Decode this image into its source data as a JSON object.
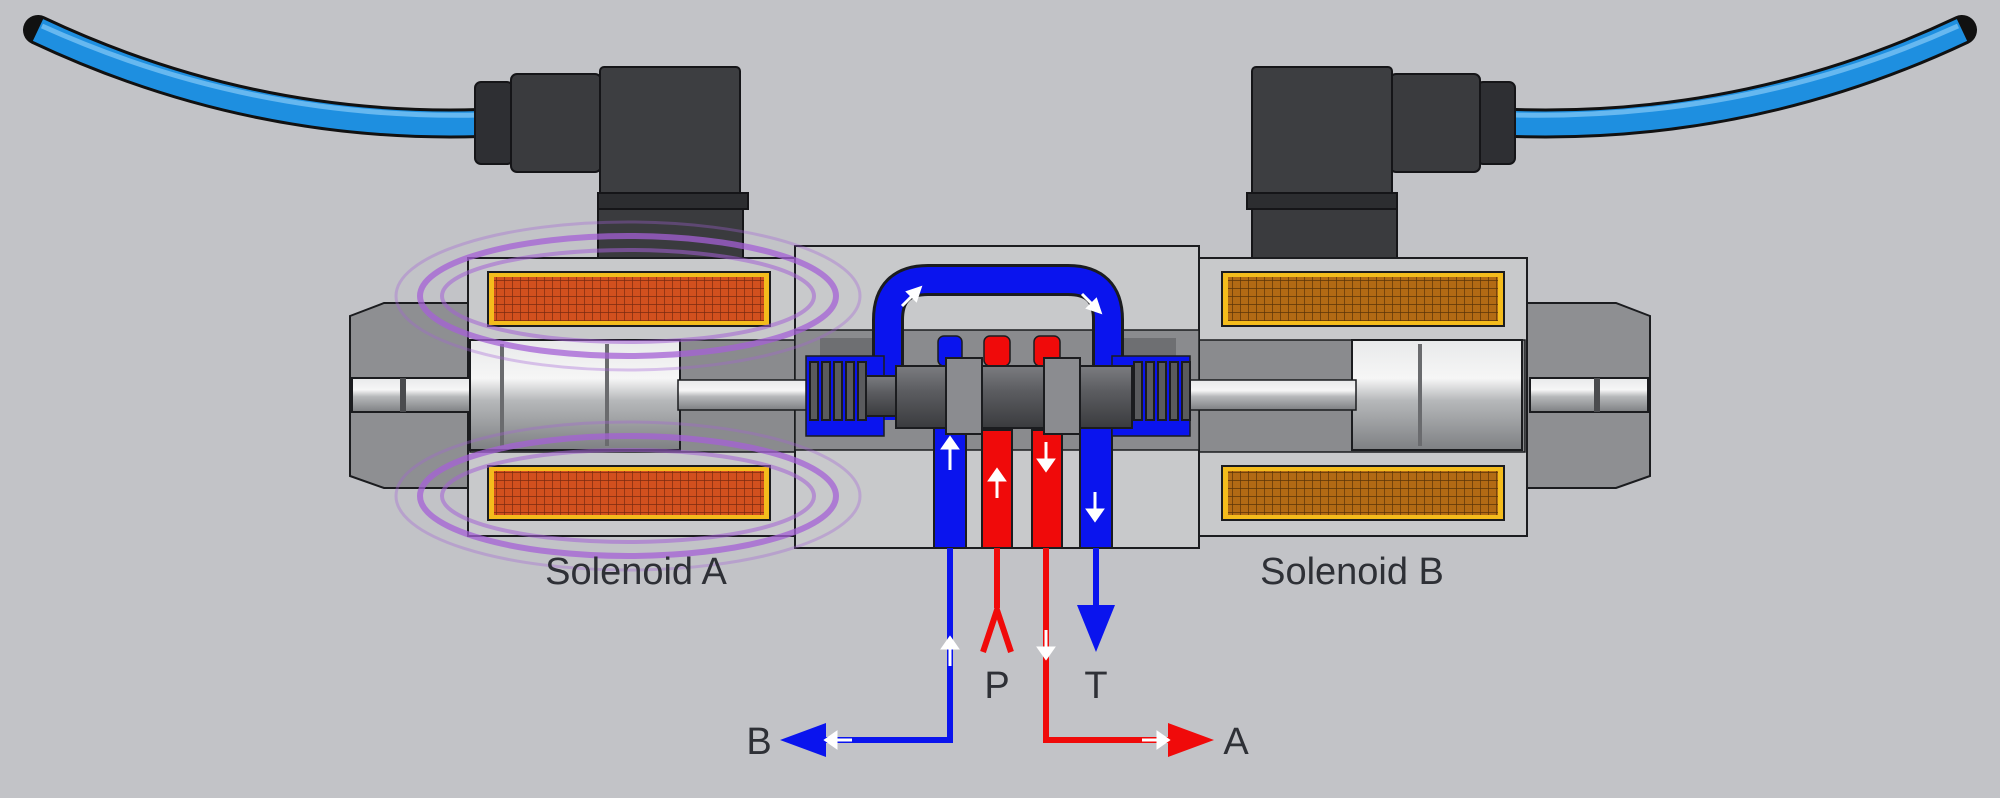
{
  "labels": {
    "solenoid_a": "Solenoid A",
    "solenoid_b": "Solenoid B",
    "port_p": "P",
    "port_t": "T",
    "port_a": "A",
    "port_b": "B"
  },
  "colors": {
    "background": "#c2c3c7",
    "body": "#c8c9cb",
    "outline": "#1b1c1f",
    "pressure": "#f00a0a",
    "return": "#0a14ee",
    "cable": "#1e8fe0",
    "connector": "#3a3b3e",
    "coil_a": "#d2501e",
    "coil_b": "#b26a14",
    "coil_frame": "#f4bc1c",
    "magnetic_field": "#a460d6",
    "core": "#a7a9ac",
    "spool": "#4b4c50"
  }
}
